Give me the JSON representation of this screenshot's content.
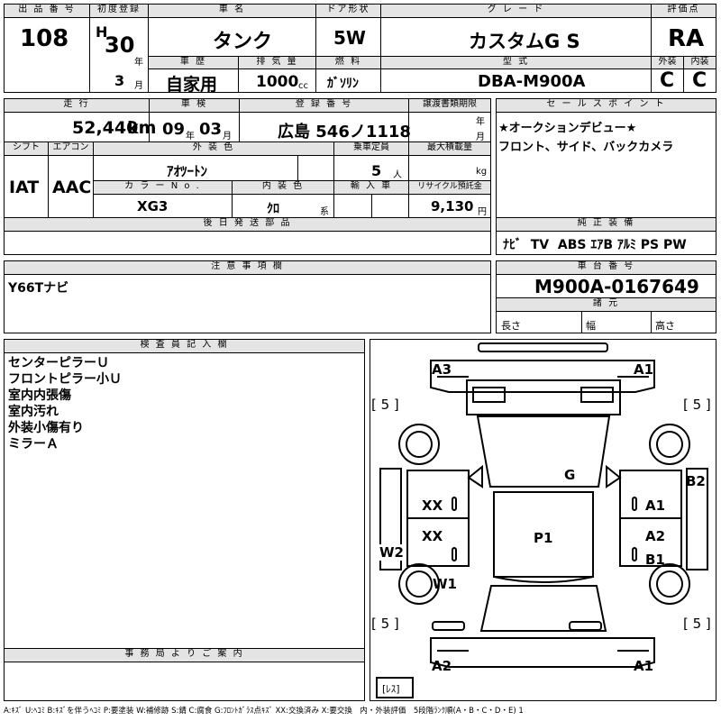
{
  "headers": {
    "lot_no": "出 品 番 号",
    "first_reg": "初度登録",
    "car_name": "車 名",
    "door": "ドア形状",
    "grade": "グ レ ー ド",
    "score": "評価点",
    "history": "車 歴",
    "displacement": "排 気 量",
    "fuel": "燃 料",
    "model_code": "型 式",
    "exterior": "外装",
    "interior": "内装",
    "mileage": "走 行",
    "inspection": "車 検",
    "reg_no": "登 録 番 号",
    "transfer_doc": "譲渡書類期限",
    "sales_point": "セ ー ル ス ポ イ ン ト",
    "shift": "シフト",
    "aircon": "エアコン",
    "ext_color": "外 装 色",
    "capacity": "乗車定員",
    "max_load": "最大積載量",
    "color_no": "カ ラ ー N o .",
    "int_color": "内 装 色",
    "import": "輸 入 車",
    "recycle": "リサイクル預託金",
    "later_parts": "後 日 発 送 部 品",
    "genuine": "純 正 装 備",
    "notes": "注 意 事 項 欄",
    "chassis_no": "車 台 番 号",
    "specs": "諸 元",
    "inspector": "検 査 員 記 入 欄",
    "office": "事 務 局 よ り ご 案 内"
  },
  "vehicle": {
    "lot_no": "108",
    "era": "H",
    "year": "30",
    "year_unit": "年",
    "month": "3",
    "month_unit": "月",
    "car_name": "タンク",
    "door": "5W",
    "grade": "カスタムG S",
    "score": "RA",
    "history": "自家用",
    "displacement": "1000",
    "cc": "cc",
    "fuel": "ｶﾞｿﾘﾝ",
    "model_code": "DBA-M900A",
    "exterior_grade": "C",
    "interior_grade": "C",
    "mileage": "52,440",
    "km": "km",
    "insp_year": "09",
    "insp_year_unit": "年",
    "insp_month": "03",
    "insp_month_unit": "月",
    "reg_no": "広島 546ノ1118",
    "transfer_year_unit": "年",
    "transfer_month_unit": "月",
    "sales_points": [
      "★オークションデビュー★",
      "フロント、サイド、バックカメラ"
    ],
    "shift": "IAT",
    "aircon": "AAC",
    "ext_color": "ｱｵﾂｰﾄﾝ",
    "capacity": "5",
    "capacity_unit": "人",
    "load_unit": "kg",
    "color_no": "XG3",
    "int_color": "ｸﾛ",
    "int_color_unit": "系",
    "recycle": "9,130",
    "yen": "円",
    "genuine_equipment": "ﾅﾋﾞ  TV  ABS ｴｱB ｱﾙﾐ PS PW",
    "notes": "Y66Tナビ",
    "chassis_no": "M900A-0167649",
    "length_label": "長さ",
    "width_label": "幅",
    "height_label": "高さ",
    "inspector_notes": [
      "センターピラーＵ",
      "フロントピラー小Ｕ",
      "室内内張傷",
      "室内汚れ",
      "外装小傷有り",
      "ミラーＡ"
    ]
  },
  "diagram": {
    "front_left": "A3",
    "front_right": "A1",
    "tire_front_left": "[ 5 ]",
    "tire_front_right": "[ 5 ]",
    "tire_rear_left": "[ 5 ]",
    "tire_rear_right": "[ 5 ]",
    "glass": "G",
    "right_fender": "B2",
    "left_front_door": "XX",
    "right_front_door": "A1",
    "left_rear_door": "XX",
    "right_rear_door_a": "A2",
    "right_rear_door_b": "B1",
    "roof": "P1",
    "left_rear_fender": "W2",
    "left_rear_quarter": "W1",
    "rear_left": "A2",
    "rear_right": "A1",
    "spare": "[ﾚｽ]"
  },
  "legend": "A:ｷｽﾞ U:ﾍｺﾐ B:ｷｽﾞを伴うﾍｺﾐ P:要塗装 W:補修跡 S:錆 C:腐食 G:ﾌﾛﾝﾄｶﾞﾗｽ点ｷｽﾞ XX:交換済み X:要交換　内・外装評価　5段階ﾗﾝｸ順(A・B・C・D・E) 1"
}
